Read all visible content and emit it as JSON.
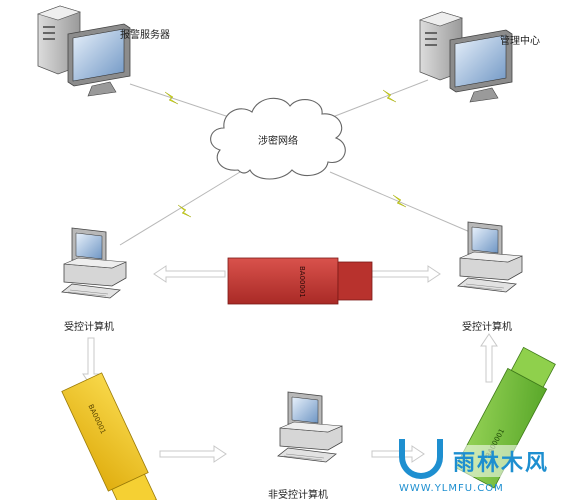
{
  "nodes": {
    "alarm_server": {
      "label": "报警服务器"
    },
    "management_center": {
      "label": "管理中心"
    },
    "network": {
      "label": "涉密网络"
    },
    "controlled_computer_left": {
      "label": "受控计算机"
    },
    "controlled_computer_right": {
      "label": "受控计算机"
    },
    "uncontrolled_computer": {
      "label": "非受控计算机"
    }
  },
  "usb_drives": {
    "red": {
      "color": "#c73a34",
      "text": "BA00001"
    },
    "yellow": {
      "color": "#f2c61f",
      "text": "BA00001"
    },
    "green": {
      "color": "#78c43a",
      "text": "BA00001"
    }
  },
  "watermark": {
    "brand": "雨林木风",
    "url": "WWW.YLMFU.COM"
  },
  "colors": {
    "link_line": "#b8b8b8",
    "arrow": "#d0d0d0",
    "bolt": "#d9e21c"
  }
}
